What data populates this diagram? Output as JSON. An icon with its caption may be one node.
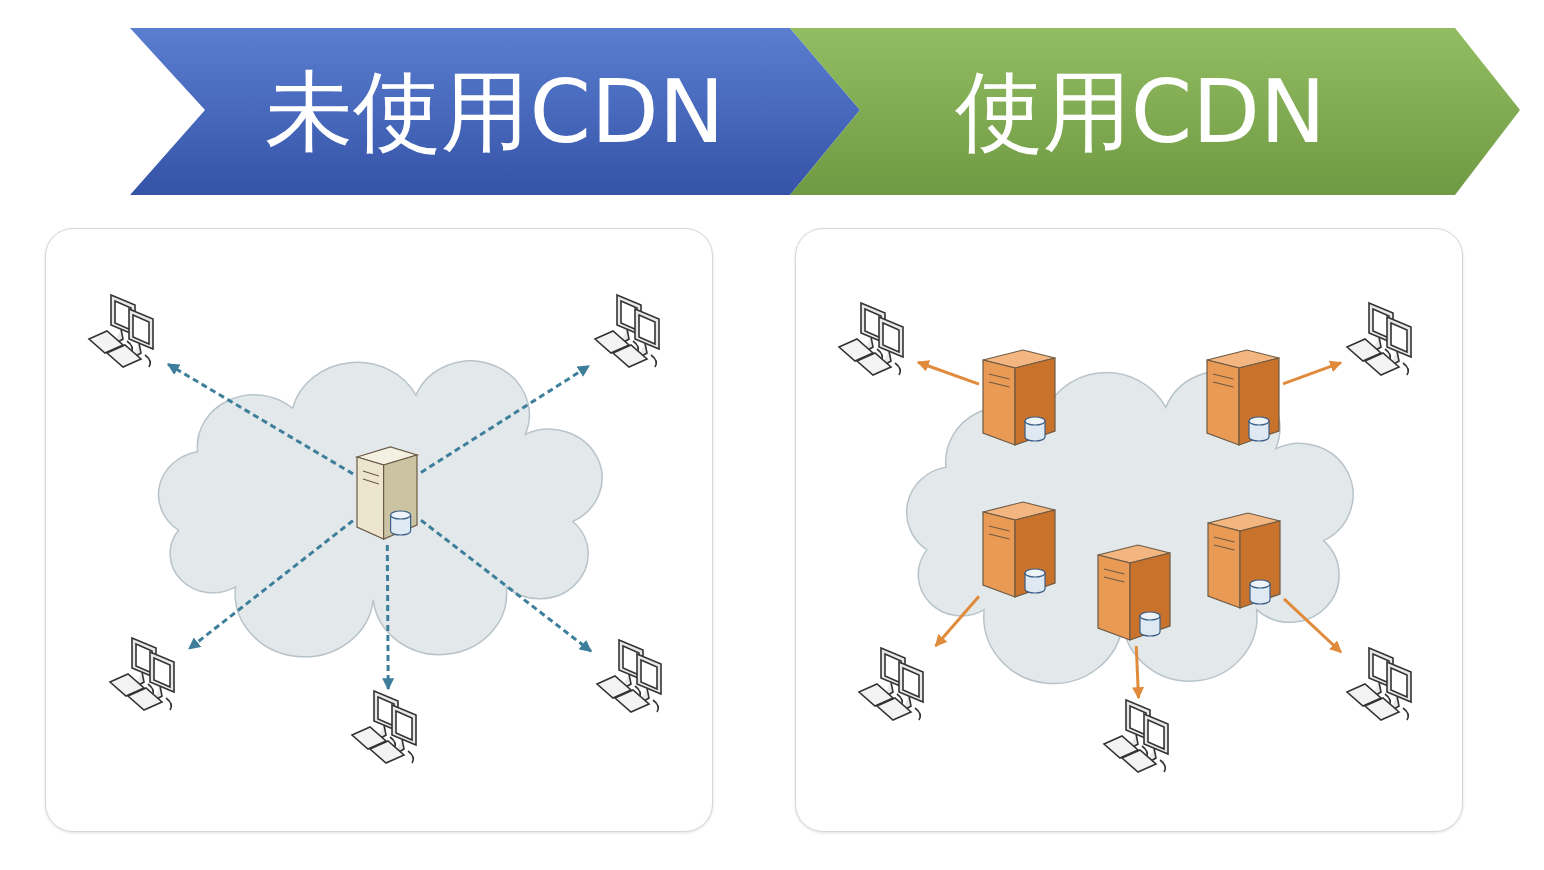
{
  "diagram": {
    "nodes": [
      {
        "text": [
          "未使用CDN"
        ]
      },
      {
        "text": [
          "使用CDN"
        ]
      },
      {
        "text": [],
        "shape": "box"
      },
      {
        "text": [],
        "shape": "cloud",
        "in": 2
      },
      {
        "text": [],
        "shape": "picture",
        "in": 3
      },
      {
        "text": [],
        "shape": "picture",
        "in": 2
      },
      {
        "text": [],
        "shape": "picture",
        "in": 2
      },
      {
        "text": [],
        "shape": "picture",
        "in": 2
      },
      {
        "text": [],
        "shape": "picture",
        "in": 2
      },
      {
        "text": [],
        "shape": "picture",
        "in": 2
      },
      {
        "text": [],
        "shape": "box"
      },
      {
        "text": [],
        "shape": "cloud",
        "in": 10
      },
      {
        "text": [],
        "shape": "picture",
        "in": 11
      },
      {
        "text": [],
        "shape": "picture",
        "in": 11
      },
      {
        "text": [],
        "shape": "picture",
        "in": 11
      },
      {
        "text": [],
        "shape": "picture",
        "in": 11
      },
      {
        "text": [],
        "shape": "picture",
        "in": 11
      },
      {
        "text": [],
        "shape": "picture",
        "in": 10
      },
      {
        "text": [],
        "shape": "picture",
        "in": 10
      },
      {
        "text": [],
        "shape": "picture",
        "in": 10
      },
      {
        "text": [],
        "shape": "picture",
        "in": 10
      },
      {
        "text": [],
        "shape": "picture",
        "in": 10
      }
    ],
    "edges": [
      {
        "from": 4,
        "to": 5,
        "arrow": "to",
        "style": "dashed",
        "color": "#3d7f9a"
      },
      {
        "from": 4,
        "to": 6,
        "arrow": "to",
        "style": "dashed",
        "color": "#3d7f9a"
      },
      {
        "from": 4,
        "to": 7,
        "arrow": "to",
        "style": "dashed",
        "color": "#3d7f9a"
      },
      {
        "from": 4,
        "to": 8,
        "arrow": "to",
        "style": "dashed",
        "color": "#3d7f9a"
      },
      {
        "from": 4,
        "to": 9,
        "arrow": "to",
        "style": "dashed",
        "color": "#3d7f9a"
      },
      {
        "from": 12,
        "to": 17,
        "arrow": "to",
        "color": "#e08a3c"
      },
      {
        "from": 13,
        "to": 18,
        "arrow": "to",
        "color": "#e08a3c"
      },
      {
        "from": 14,
        "to": 19,
        "arrow": "to",
        "color": "#e08a3c"
      },
      {
        "from": 15,
        "to": 20,
        "arrow": "to",
        "color": "#e08a3c"
      },
      {
        "from": 16,
        "to": 21,
        "arrow": "to",
        "color": "#e08a3c"
      }
    ]
  }
}
